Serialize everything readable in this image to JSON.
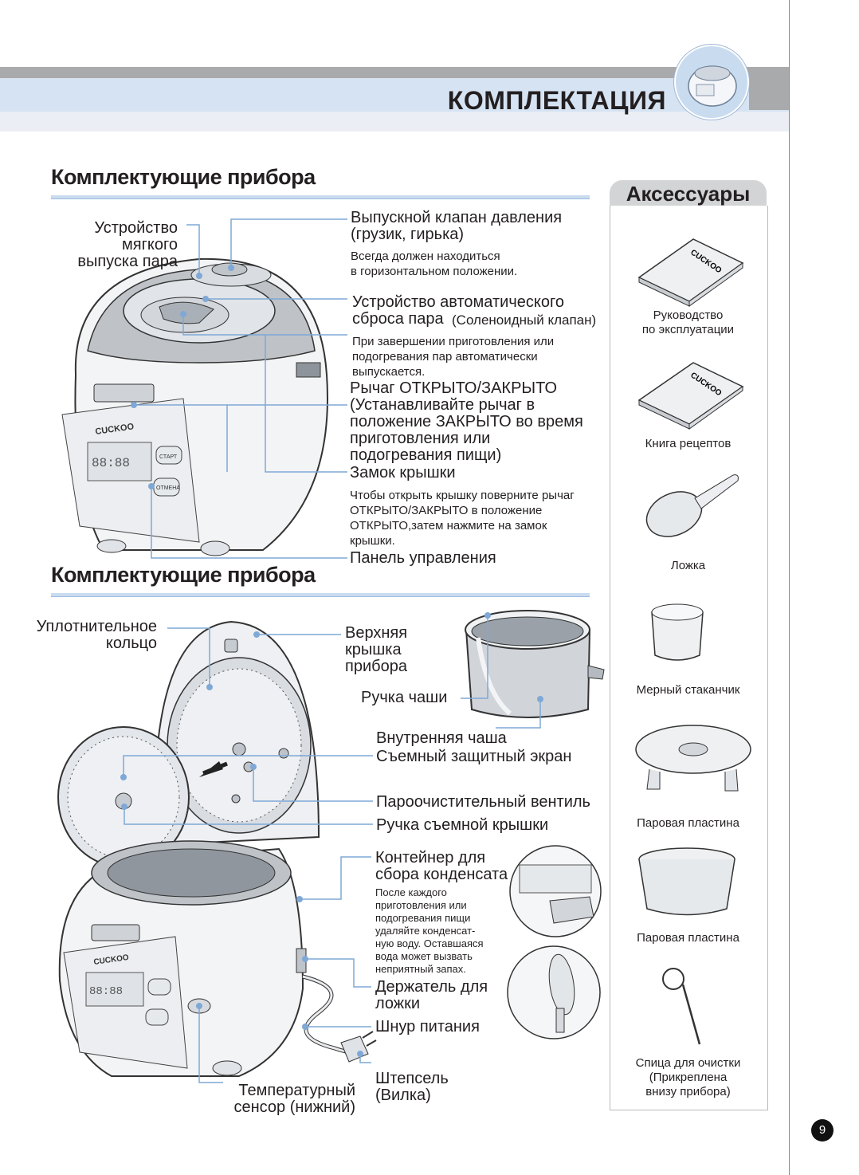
{
  "header": {
    "title": "КОМПЛЕКТАЦИЯ"
  },
  "sections": {
    "top_title": "Комплектующие прибора",
    "bottom_title": "Комплектующие прибора"
  },
  "top_labels": {
    "soft_steam": "Устройство\nмягкого\nвыпуска пара",
    "pressure_valve": "Выпускной клапан давления\n(грузик, гирька)",
    "pressure_valve_note": "Всегда должен находиться\nв горизонтальном положении.",
    "auto_release": "Устройство автоматического\nсброса пара",
    "auto_release_suffix": "(Соленоидный клапан)",
    "auto_release_note": "При завершении приготовления или\nподогревания пар автоматически\nвыпускается.",
    "lever": "Рычаг ОТКРЫТО/ЗАКРЫТО\n(Устанавливайте рычаг в\nположение ЗАКРЫТО во время\nприготовления или\nподогревания пищи)",
    "lid_lock": "Замок крышки",
    "lid_lock_note": "Чтобы открыть крышку поверните рычаг\nОТКРЫТО/ЗАКРЫТО в положение\nОТКРЫТО,затем нажмите на замок\nкрышки.",
    "control_panel": "Панель управления"
  },
  "bottom_labels": {
    "seal_ring": "Уплотнительное\nкольцо",
    "top_cover": "Верхняя\nкрышка\nприбора",
    "bowl_handle": "Ручка чаши",
    "inner_bowl": "Внутренняя чаша",
    "shield": "Съемный защитный экран",
    "steam_vent": "Пароочистительный вентиль",
    "lid_handle": "Ручка съемной крышки",
    "condensate": "Контейнер для\nсбора конденсата",
    "condensate_note": "После каждого\nприготовления или\nподогревания пищи\nудаляйте конденсат-\nную воду. Оставшаяся\nвода может вызвать\nнеприятный запах.",
    "spoon_holder": "Держатель для\nложки",
    "power_cord": "Шнур питания",
    "plug": "Штепсель\n(Вилка)",
    "temp_sensor": "Температурный\nсенсор (нижний)"
  },
  "accessories": {
    "title": "Аксессуары",
    "items": [
      "Руководство\nпо эксплуатации",
      "Книга рецептов",
      "Ложка",
      "Мерный стаканчик",
      "Паровая пластина",
      "Паровая пластина",
      "Спица для очистки\n(Прикреплена\nвнизу прибора)"
    ],
    "book_brand": "CUCKOO"
  },
  "device": {
    "brand": "CUCKOO",
    "start": "СТАРТ",
    "cancel": "ОТМЕНА"
  },
  "page_number": "9",
  "colors": {
    "accent_blue": "#c9dbef",
    "line_blue": "#7fa8d6",
    "gray_bar": "#a9aaac"
  }
}
